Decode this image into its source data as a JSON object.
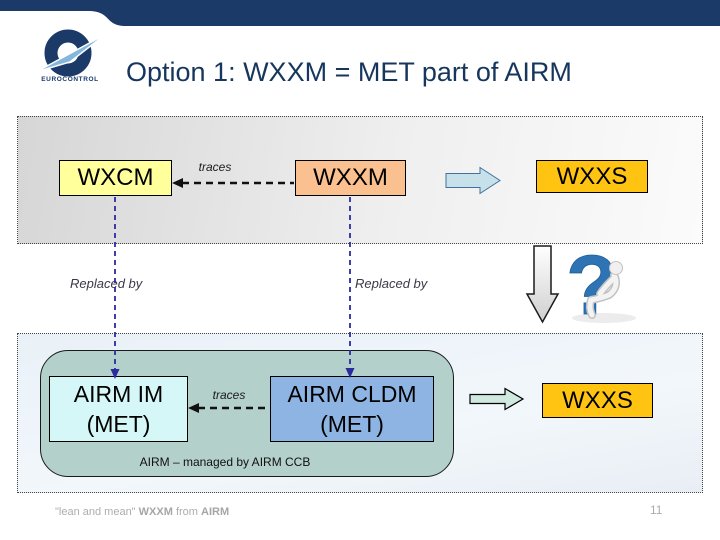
{
  "slide": {
    "title": "Option 1: WXXM = MET part of AIRM",
    "brand": "EUROCONTROL",
    "page_number": "11"
  },
  "top_row": {
    "wxcm": "WXCM",
    "traces_label": "traces",
    "wxxm": "WXXM",
    "wxxs": "WXXS"
  },
  "middle": {
    "replaced_by_left": "Replaced by",
    "replaced_by_right": "Replaced by"
  },
  "bottom_row": {
    "airm_im_line1": "AIRM IM",
    "airm_im_line2": "(MET)",
    "traces_label": "traces",
    "airm_cldm_line1": "AIRM CLDM",
    "airm_cldm_line2": "(MET)",
    "wxxs": "WXXS",
    "caption": "AIRM – managed by AIRM CCB"
  },
  "footer": {
    "quote": "\"lean and mean\" ",
    "wxxm_bold": "WXXM",
    "from_text": " from ",
    "airm_bold": "AIRM"
  },
  "icons": {
    "logo": "eurocontrol-logo-icon",
    "right_arrow_top": "block-arrow-right-icon",
    "right_arrow_bottom": "block-arrow-right-icon",
    "down_arrow": "block-arrow-down-icon",
    "question_figure": "question-mark-figure-icon"
  },
  "colors": {
    "header_navy": "#1B3A68",
    "title_navy": "#17365D",
    "yellow_box": "#FFFF9C",
    "peach_box": "#FAC090",
    "gold_box": "#FFC412",
    "cyan_box": "#D6F7F8",
    "blue_box": "#8EB4E3",
    "container_teal": "#B3D0CA",
    "top_arrow_fill": "#C6E1EA",
    "bottom_arrow_fill": "#CFE8E0",
    "dashed_blue": "#2B2BA0",
    "question_blue": "#2E74B5"
  }
}
